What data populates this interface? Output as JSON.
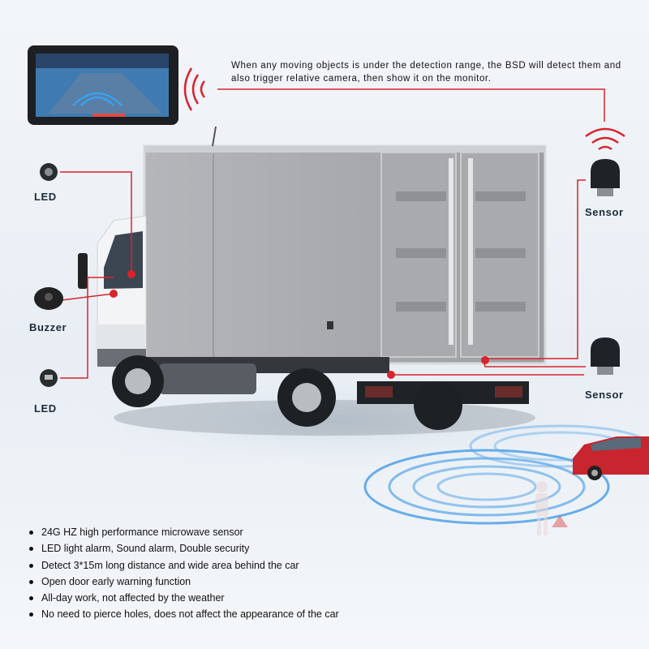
{
  "description": "When any moving objects is under the detection range, the BSD will detect them and also trigger relative camera, then show it on the monitor.",
  "labels": {
    "led_top": "LED",
    "buzzer": "Buzzer",
    "led_bottom": "LED",
    "sensor_top": "Sensor",
    "sensor_bottom": "Sensor"
  },
  "features": [
    "24G HZ high performance microwave sensor",
    "LED light alarm, Sound alarm, Double security",
    "Detect 3*15m long distance and wide area behind the car",
    "Open door early warning function",
    "All-day work, not affected by the weather",
    "No need to pierce holes, does not affect the appearance of the car"
  ],
  "colors": {
    "accent_red": "#d9232d",
    "radar_blue": "#2f8fe0",
    "truck_body": "#a3a5a8",
    "cab_white": "#f2f4f6"
  },
  "icons": [
    "monitor-icon",
    "signal-waves-icon",
    "led-icon",
    "buzzer-icon",
    "sensor-icon"
  ]
}
